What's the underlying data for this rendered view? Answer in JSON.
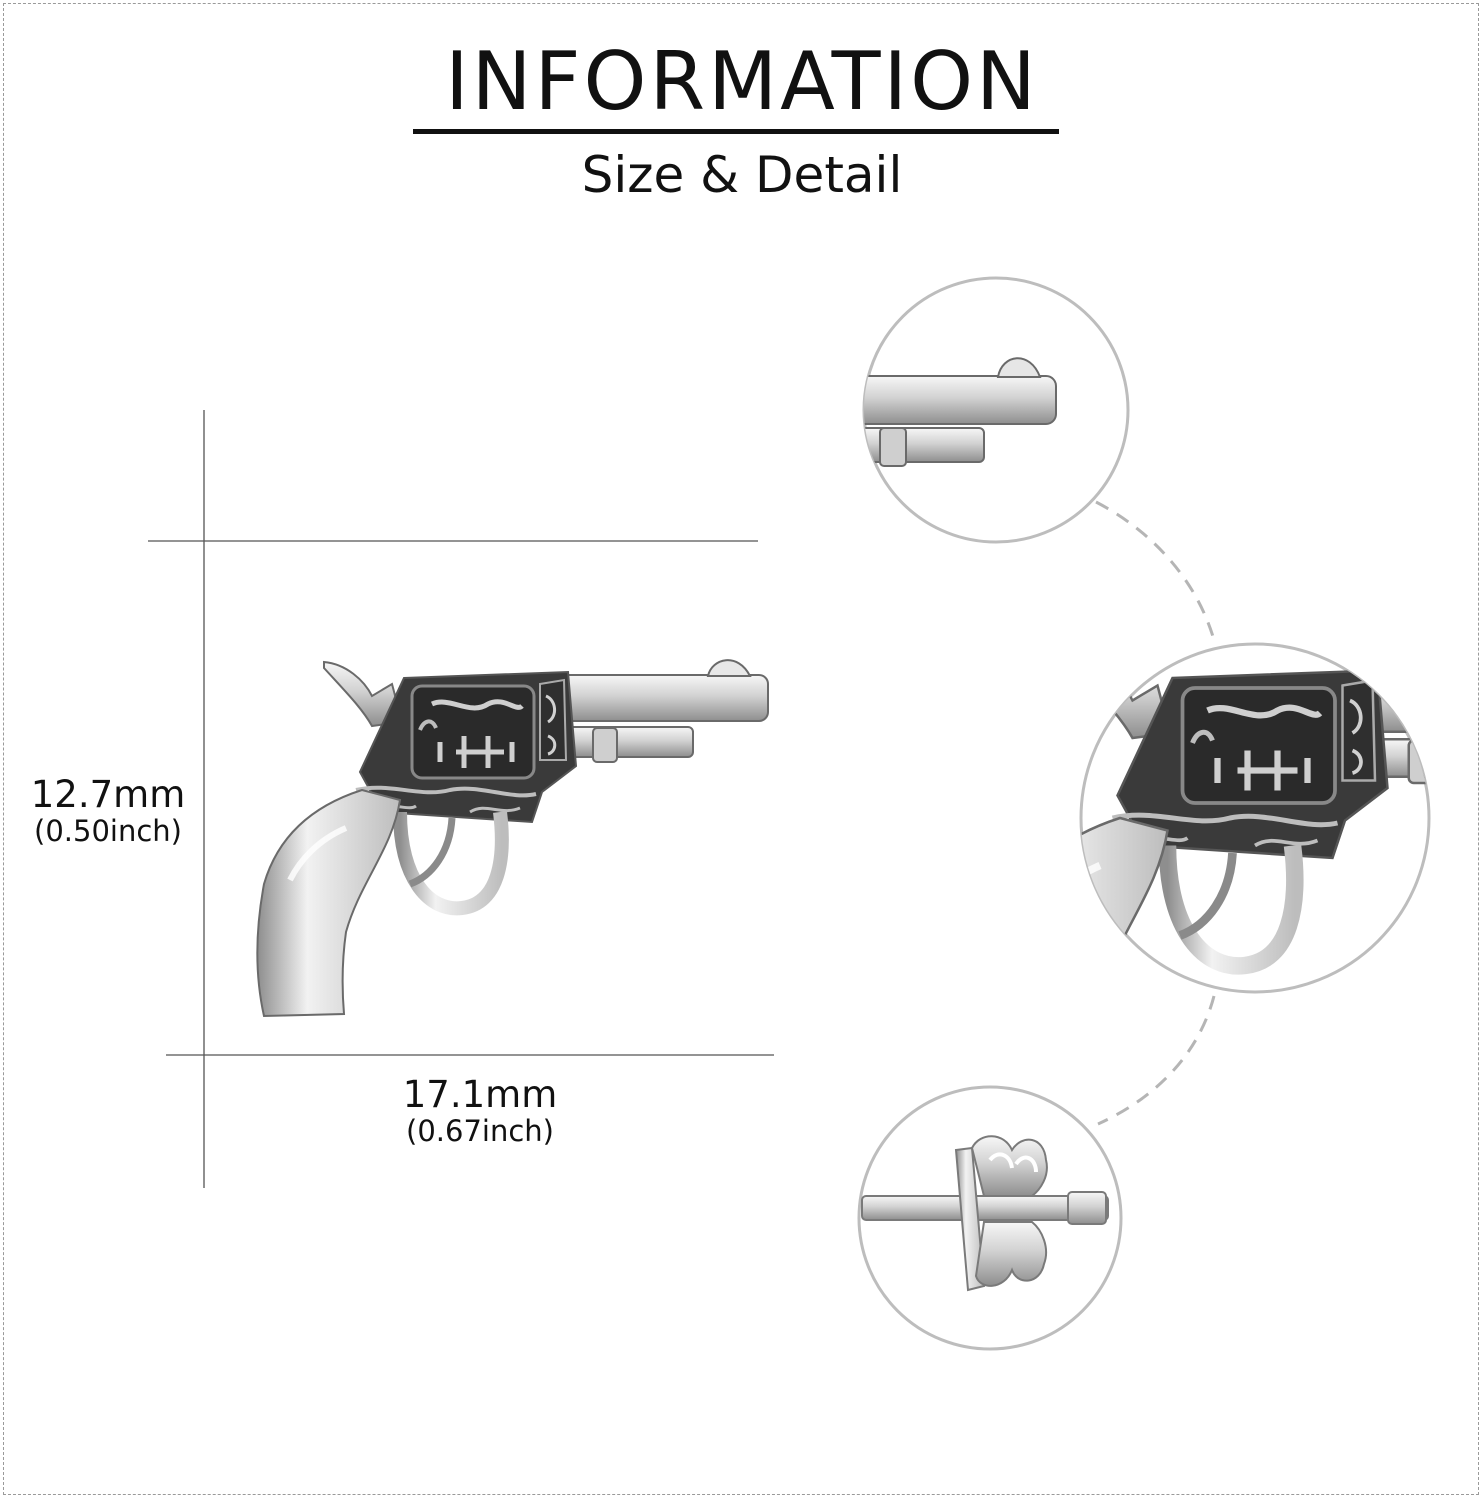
{
  "header": {
    "title": "INFORMATION",
    "subtitle": "Size & Detail"
  },
  "dimensions": {
    "height": {
      "value": "12.7mm",
      "inch": "(0.50inch)"
    },
    "width": {
      "value": "17.1mm",
      "inch": "(0.67inch)"
    }
  },
  "product": {
    "main_image_icon": "revolver-stud-earring-icon",
    "detail_views": [
      {
        "icon": "revolver-barrel-detail-icon"
      },
      {
        "icon": "revolver-cylinder-engraving-detail-icon"
      },
      {
        "icon": "earring-post-butterfly-back-icon"
      }
    ]
  },
  "colors": {
    "text": "#111111",
    "guide_line": "#555555",
    "circle_border": "#bdbdbd",
    "connector": "#b5b5b5",
    "silver": "#d9d9d9",
    "oxidized": "#2a2a2a"
  }
}
